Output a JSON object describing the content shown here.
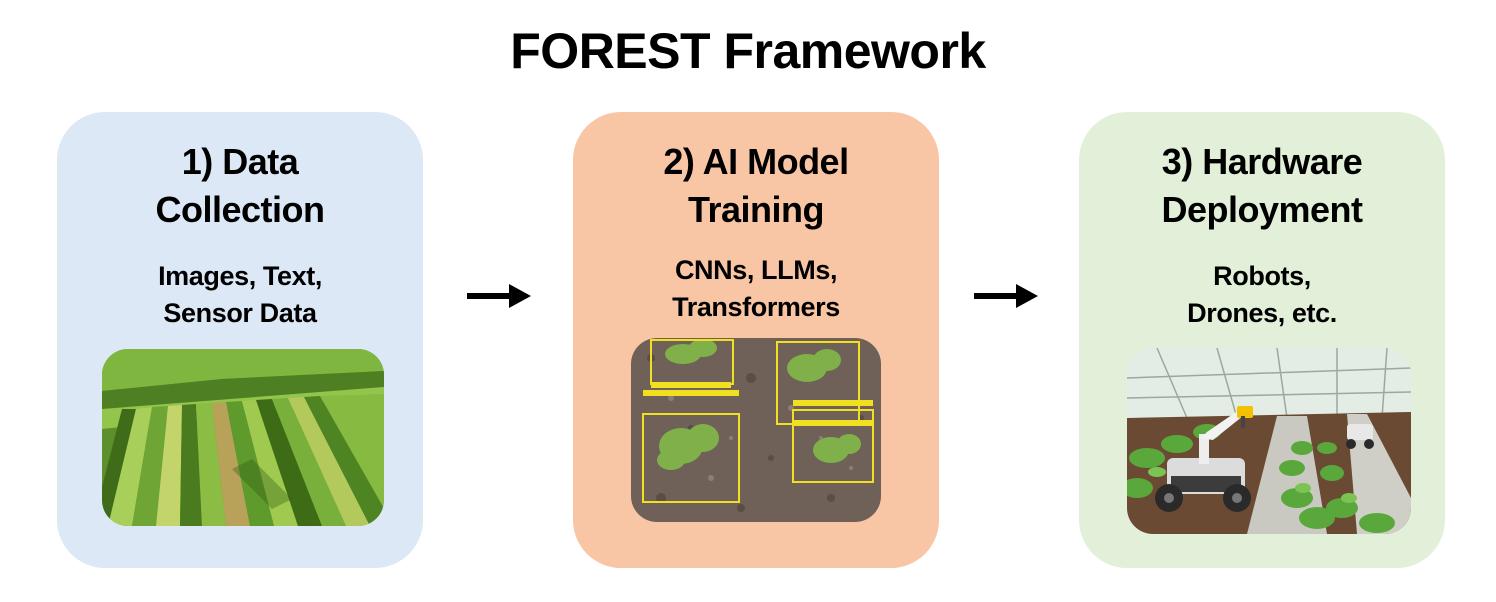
{
  "title": "FOREST Framework",
  "steps": [
    {
      "title_lines": [
        "1) Data",
        "Collection"
      ],
      "subtitle_lines": [
        "Images, Text,",
        "Sensor Data"
      ],
      "image": "aerial-farmland-photo",
      "color": "#dce8f6"
    },
    {
      "title_lines": [
        "2) AI Model",
        "Training"
      ],
      "subtitle_lines": [
        "CNNs, LLMs,",
        "Transformers"
      ],
      "image": "lettuce-detection-photo",
      "color": "#f8c5a5"
    },
    {
      "title_lines": [
        "3) Hardware",
        "Deployment"
      ],
      "subtitle_lines": [
        "Robots,",
        "Drones, etc."
      ],
      "image": "greenhouse-robot-photo",
      "color": "#e3f0d9"
    }
  ],
  "arrows": [
    "arrow-right-icon",
    "arrow-right-icon"
  ]
}
